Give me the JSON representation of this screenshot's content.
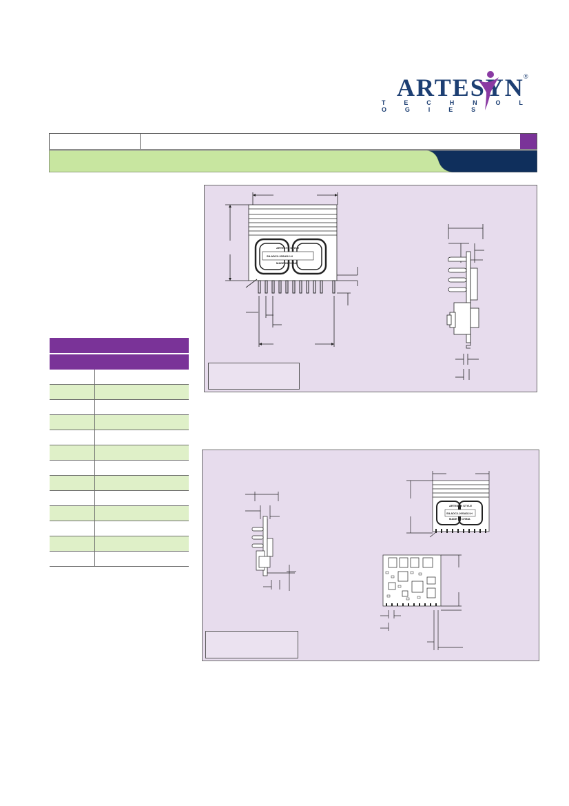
{
  "logo": {
    "brand": "ARTESYN",
    "registered_mark": "®",
    "tagline": "T E C H N O L O G I E S",
    "colors": {
      "text": "#1d3f73",
      "figure": "#8a3aa3"
    }
  },
  "header": {
    "band_colors": {
      "green": "#c8e6a0",
      "navy": "#0f2f5c",
      "accent": "#7a3398"
    }
  },
  "table": {
    "header_color": "#7a3398",
    "alt_row_color": "#dff0c8",
    "row_count": 13
  },
  "drawing_top": {
    "module_label": {
      "line1": "ARTESYN  STYLE",
      "line2": "SILADC2-20SADJ-H",
      "line3": "MADE IN CHINA"
    }
  },
  "drawing_bottom": {
    "module_label": {
      "line1": "ARTESYN  STYLE",
      "line2": "SILADC2-20SADJ-H",
      "line3": "MADE IN CHINA"
    }
  }
}
